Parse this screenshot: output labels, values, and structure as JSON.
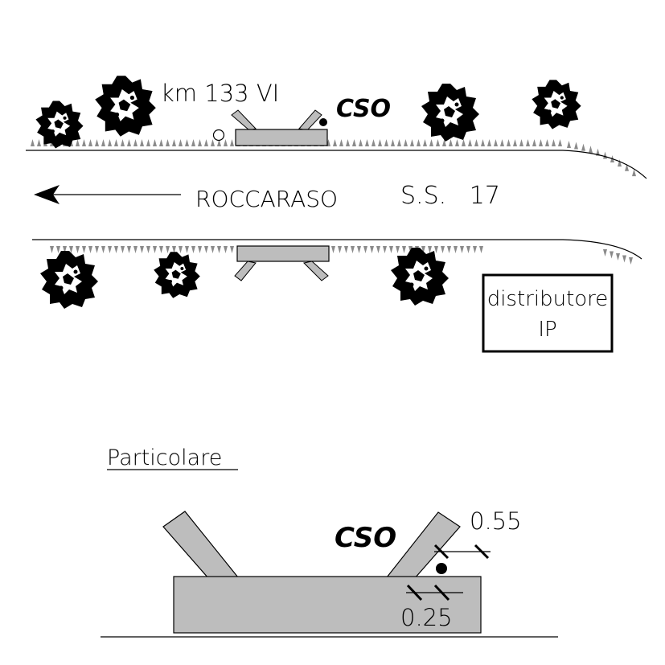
{
  "top_view": {
    "km_label": "km 133 VI",
    "cso_label": "CSO",
    "direction_label": "ROCCARASO",
    "road_label": "S.S.   17",
    "station_line1": "distributore",
    "station_line2": "IP"
  },
  "detail": {
    "title": "Particolare",
    "cso_label": "CSO",
    "dim_top": "0.55",
    "dim_bottom": "0.25"
  },
  "colors": {
    "ink": "#000000",
    "fill_gray": "#bdbdbd",
    "grass": "#8a8a8a"
  }
}
